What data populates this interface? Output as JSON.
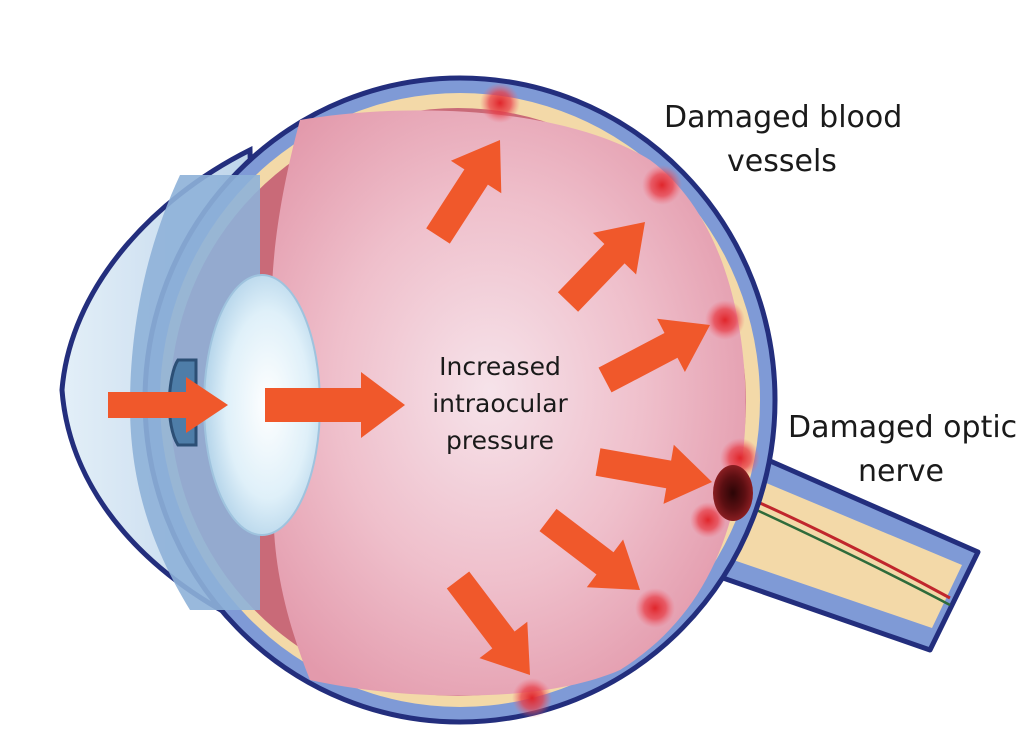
{
  "labels": {
    "vessels": [
      "Damaged blood",
      "vessels"
    ],
    "pressure": [
      "Increased",
      "intraocular",
      "pressure"
    ],
    "nerve": [
      "Damaged optic",
      "nerve"
    ]
  },
  "colors": {
    "arrow": "#f0582b",
    "outer_border": "#232e7d",
    "sclera": "#7f9ad6",
    "choroid": "#c96a78",
    "retina": "#f3d9a8",
    "vitreous": "#ecaab8",
    "lens": "#d7ecf7",
    "lesion": "#e0262b",
    "optic_disc": "#5c0f12"
  }
}
